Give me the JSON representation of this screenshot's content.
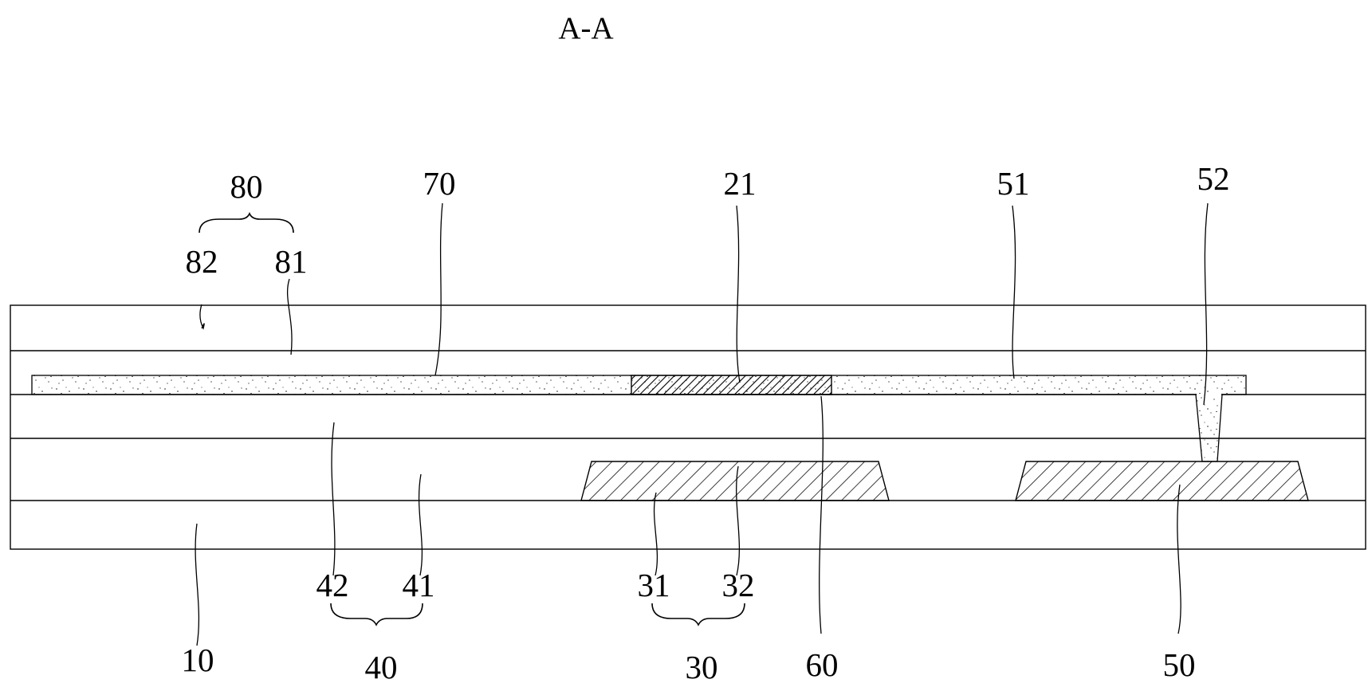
{
  "title": "A-A",
  "labels": {
    "l80": "80",
    "l82": "82",
    "l81": "81",
    "l70": "70",
    "l21": "21",
    "l51": "51",
    "l52": "52",
    "l10": "10",
    "l42": "42",
    "l41": "41",
    "l40": "40",
    "l31": "31",
    "l32": "32",
    "l30": "30",
    "l60": "60",
    "l50": "50"
  },
  "colors": {
    "line": "#000000",
    "background": "#ffffff",
    "speckle": "#555555"
  }
}
